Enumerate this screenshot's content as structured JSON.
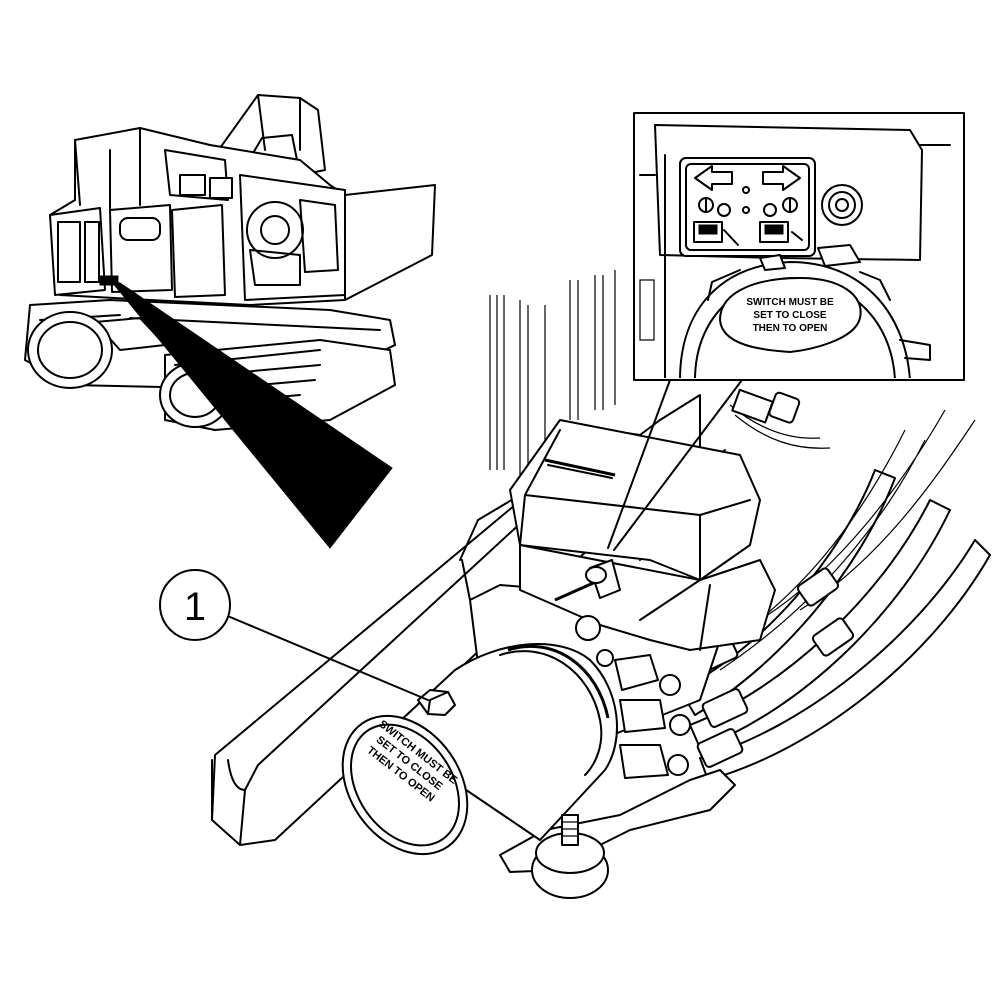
{
  "callouts": [
    {
      "number": "1"
    }
  ],
  "decal_text": {
    "line1": "SWITCH MUST BE",
    "line2": "SET TO CLOSE",
    "line3": "THEN TO OPEN"
  },
  "icons": [
    "arrow-left-icon",
    "arrow-right-icon",
    "valve-open-icon",
    "valve-closed-icon"
  ]
}
